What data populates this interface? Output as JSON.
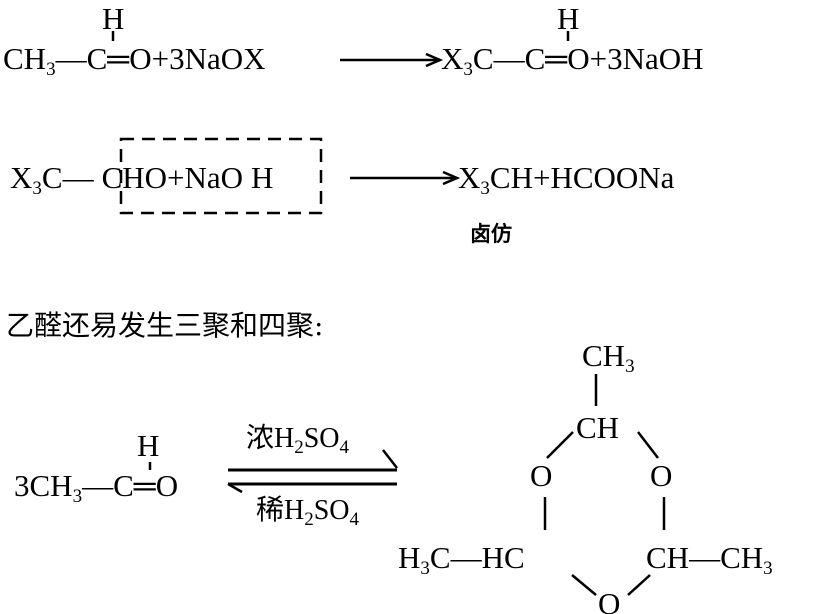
{
  "reaction1": {
    "h_left": "H",
    "left_a": "CH",
    "left_sub": "3",
    "left_b": "—C═O+3NaOX",
    "h_right": "H",
    "right_a": "X",
    "right_sub": "3",
    "right_b": "C—C═O+3NaOH"
  },
  "reaction2": {
    "left_a": "X",
    "left_sub": "3",
    "left_b": "C—",
    "left_c": "CHO+NaO",
    "left_d": "H",
    "right_a": "X",
    "right_sub": "3",
    "right_b": "CH+HCOONa",
    "product_label": "卤仿"
  },
  "statement": "乙醛还易发生三聚和四聚:",
  "reaction3": {
    "h": "H",
    "coef": "3CH",
    "coef_sub": "3",
    "left_b": "—C═O",
    "cond_top_a": "浓H",
    "cond_top_sub1": "2",
    "cond_top_b": "SO",
    "cond_top_sub2": "4",
    "cond_bot_a": "稀H",
    "cond_bot_sub1": "2",
    "cond_bot_b": "SO",
    "cond_bot_sub2": "4",
    "ring": {
      "top_ch3": "CH",
      "top_ch3_sub": "3",
      "ch_top": "CH",
      "o_left": "O",
      "o_right": "O",
      "o_bottom": "O",
      "left_a": "H",
      "left_sub": "3",
      "left_b": "C—HC",
      "right_a": "CH—CH",
      "right_sub": "3"
    }
  }
}
